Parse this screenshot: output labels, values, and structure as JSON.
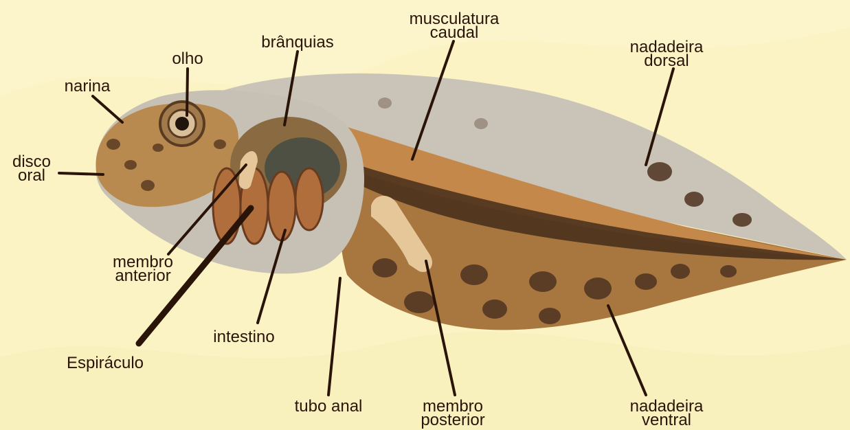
{
  "colors": {
    "background": "#fbf3c4",
    "leader_line": "#2a1408",
    "label_text": "#2a1408",
    "fin": "#c7c0b3",
    "body": "#b98a4f",
    "spots": "#5a3b22"
  },
  "labels": {
    "narina": "narina",
    "olho": "olho",
    "branquias": "brânquias",
    "musculatura_caudal_1": "musculatura",
    "musculatura_caudal_2": "caudal",
    "nadadeira_dorsal_1": "nadadeira",
    "nadadeira_dorsal_2": "dorsal",
    "disco_oral_1": "disco",
    "disco_oral_2": "oral",
    "membro_anterior_1": "membro",
    "membro_anterior_2": "anterior",
    "intestino": "intestino",
    "espiraculo": "Espiráculo",
    "tubo_anal": "tubo anal",
    "membro_posterior_1": "membro",
    "membro_posterior_2": "posterior",
    "nadadeira_ventral_1": "nadadeira",
    "nadadeira_ventral_2": "ventral"
  }
}
